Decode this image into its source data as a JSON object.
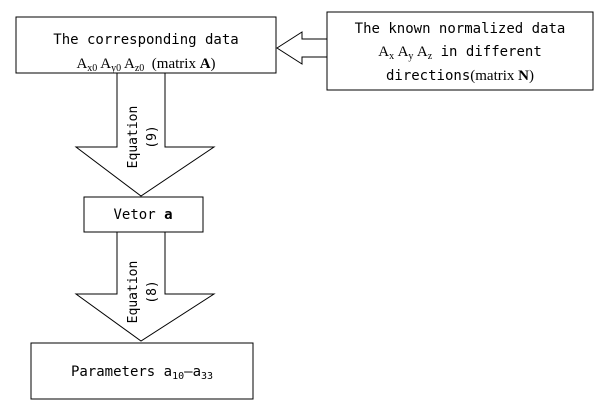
{
  "box_corresponding": {
    "line1": "The corresponding data",
    "ax0_base": "A",
    "ax0_sub": "x0",
    "ay0_base": "A",
    "ay0_sub": "y0",
    "az0_base": "A",
    "az0_sub": "z0",
    "matrix_open": "(matrix ",
    "matrix_name": "A",
    "matrix_close": ")"
  },
  "box_known": {
    "line1": "The known normalized data",
    "ax_base": "A",
    "ax_sub": "x",
    "ay_base": "A",
    "ay_sub": "y",
    "az_base": "A",
    "az_sub": "z",
    "line2_rest": " in different",
    "line3_a": "directions",
    "matrix_open": "(matrix ",
    "matrix_name": "N",
    "matrix_close": ")"
  },
  "arrow_equation_9": {
    "word": "Equation",
    "number": "(9)"
  },
  "box_vector": {
    "prefix": "Vetor ",
    "name": "a"
  },
  "arrow_equation_8": {
    "word": "Equation",
    "number": "(8)"
  },
  "box_parameters": {
    "prefix": "Parameters a",
    "sub1": "10",
    "dash": "–a",
    "sub2": "33"
  }
}
